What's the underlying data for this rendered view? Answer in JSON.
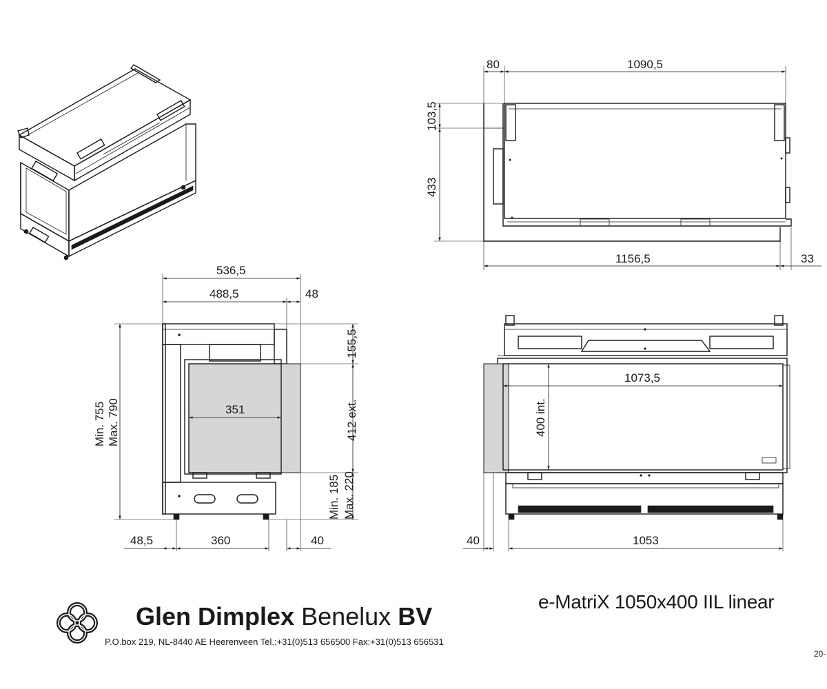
{
  "dimensions": {
    "top_view": {
      "left_offset": "80",
      "width": "1090,5",
      "front_depth": "103,5",
      "depth": "433",
      "total_width": "1156,5",
      "right_offset": "33"
    },
    "side_view": {
      "total_depth": "536,5",
      "depth": "488,5",
      "front_offset": "48",
      "top_height": "155,5",
      "opening_ext": "412 ext.",
      "opening_width": "351",
      "height_min": "Min. 755",
      "height_max": "Max. 790",
      "base_min": "Min. 185",
      "base_max": "Max. 220",
      "foot_offset": "48,5",
      "foot_spacing": "360",
      "front_foot_offset": "40"
    },
    "front_view": {
      "glass_width": "1073,5",
      "glass_height": "400 int.",
      "left_offset": "40",
      "foot_spacing": "1053"
    }
  },
  "title_block": {
    "company_bold_1": "Glen Dimplex",
    "company_regular": "Benelux",
    "company_bold_2": "BV",
    "address": "P.O.box 219, NL-8440 AE Heerenveen Tel.:+31(0)513 656500  Fax:+31(0)513 656531",
    "model": "e-MatriX 1050x400 IIL linear",
    "doc_number": "20-"
  },
  "icons": {
    "logo": "celtic-knot-logo-icon"
  }
}
